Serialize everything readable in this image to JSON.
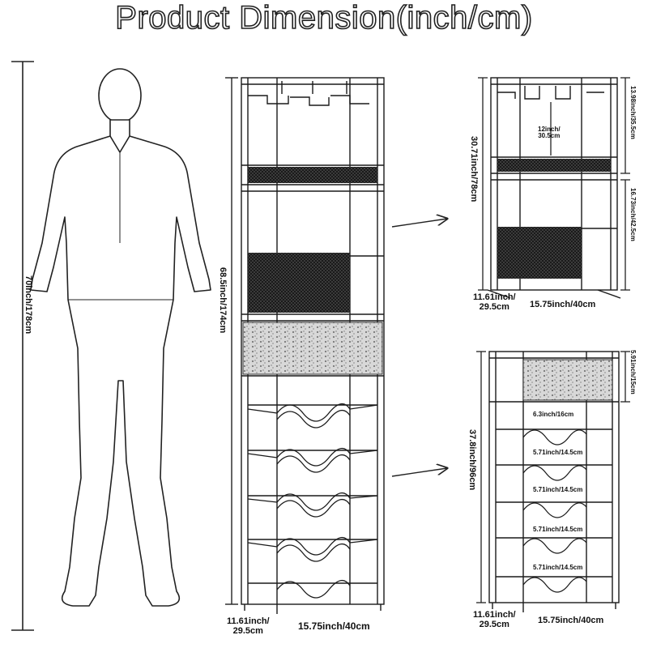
{
  "title": "Product Dimension(inch/cm)",
  "person": {
    "height": "70inch/178cm"
  },
  "full_rack": {
    "height": "68.5inch/174cm",
    "depth": "11.61inch/\n29.5cm",
    "width": "15.75inch/40cm"
  },
  "top_unit": {
    "height": "30.71inch/78cm",
    "upper_section": "13.98inch/35.5cm",
    "lower_section": "16.73inch/42.5cm",
    "shelf_gap": "12inch/\n30.5cm",
    "depth": "11.61inch/\n29.5cm",
    "width": "15.75inch/40cm"
  },
  "bottom_unit": {
    "height": "37.8inch/96cm",
    "drawer": "5.91inch/15cm",
    "row_1": "6.3inch/16cm",
    "row_2": "5.71inch/14.5cm",
    "row_3": "5.71inch/14.5cm",
    "row_4": "5.71inch/14.5cm",
    "row_5": "5.71inch/14.5cm",
    "depth": "11.61inch/\n29.5cm",
    "width": "15.75inch/40cm"
  },
  "colors": {
    "line": "#1a1a1a",
    "mesh": "#2a2a2a",
    "wood": "#9a9a9a"
  },
  "icons": [
    "person-silhouette",
    "arrow-right-icon"
  ]
}
